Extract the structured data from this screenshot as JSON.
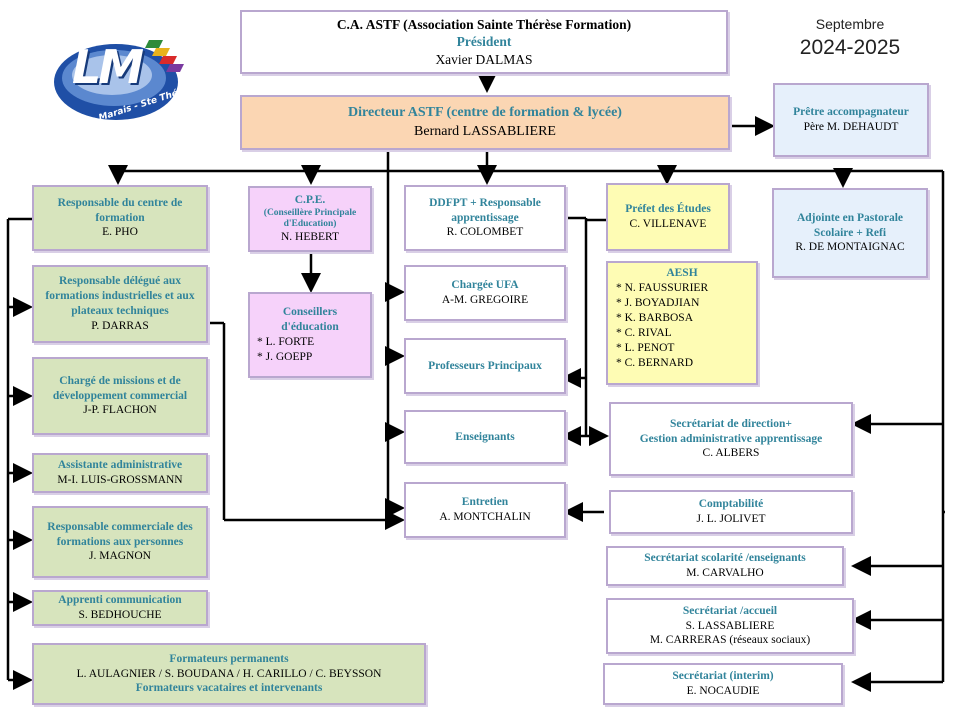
{
  "logo": {
    "initials": "LM",
    "caption": "Le Marais - Ste Thérèse"
  },
  "date": {
    "month": "Septembre",
    "year": "2024-2025"
  },
  "top": {
    "org": "C.A. ASTF (Association Sainte Thérèse Formation)",
    "role": "Président",
    "name": "Xavier  DALMAS"
  },
  "director": {
    "role": "Directeur ASTF (centre de formation  & lycée)",
    "name": "Bernard  LASSABLIERE"
  },
  "pretre": {
    "role": "Prêtre accompagnateur",
    "name": "Père M. DEHAUDT"
  },
  "left_col": [
    {
      "role": "Responsable  du  centre de formation",
      "name": "E.  PHO"
    },
    {
      "role": "Responsable  délégué aux formations  industrielles et aux plateaux  techniques",
      "name": "P.  DARRAS"
    },
    {
      "role": "Chargé  de missions et de développement commercial",
      "name": "J-P.  FLACHON"
    },
    {
      "role": "Assistante administrative",
      "name": "M-I.  LUIS-GROSSMANN"
    },
    {
      "role": "Responsable  commerciale des formations  aux personnes",
      "name": "J.  MAGNON"
    },
    {
      "role": "Apprenti  communication",
      "name": "S.  BEDHOUCHE"
    }
  ],
  "formateurs": {
    "title": "Formateurs  permanents",
    "names": "L.  AULAGNIER   / S.  BOUDANA  / H.  CARILLO   / C.  BEYSSON",
    "footer": "Formateurs  vacataires  et  intervenants"
  },
  "cpe": {
    "role": "C.P.E.",
    "sub": "(Conseillère Principale d'Education)",
    "name": "N.  HEBERT"
  },
  "conseillers": {
    "role": "Conseillers d'éducation",
    "names": [
      "* L.  FORTE",
      "* J.  GOEPP"
    ]
  },
  "ddfpt": {
    "role": "DDFPT  + Responsable apprentissage",
    "name": "R.  COLOMBET"
  },
  "ufa": {
    "role": "Chargée  UFA",
    "name": "A-M.  GREGOIRE"
  },
  "profs": {
    "role": "Professeurs Principaux"
  },
  "enseignants": {
    "role": "Enseignants"
  },
  "entretien": {
    "role": "Entretien",
    "name": "A.  MONTCHALIN"
  },
  "prefet": {
    "role": "Préfet des Études",
    "name": "C.  VILLENAVE"
  },
  "aesh": {
    "role": "AESH",
    "names": [
      "* N.  FAUSSURIER",
      "* J.  BOYADJIAN",
      "* K.  BARBOSA",
      "* C.  RIVAL",
      "* L.  PENOT",
      "* C.  BERNARD"
    ]
  },
  "adjointe": {
    "role": "Adjointe  en Pastorale  Scolaire + Refi",
    "name": "R.  DE  MONTAIGNAC"
  },
  "secr_dir": {
    "role": "Secrétariat  de direction+",
    "role2": "Gestion  administrative  apprentissage",
    "name": "C.  ALBERS"
  },
  "compta": {
    "role": "Comptabilité",
    "name": "J. L.  JOLIVET"
  },
  "secr_scol": {
    "role": "Secrétariat  scolarité /enseignants",
    "name": "M.  CARVALHO"
  },
  "secr_accueil": {
    "role": "Secrétariat  /accueil",
    "name": "S.  LASSABLIERE",
    "name2": "M.  CARRERAS  (réseaux sociaux)"
  },
  "secr_interim": {
    "role": "Secrétariat  (interim)",
    "name": "E.  NOCAUDIE"
  }
}
